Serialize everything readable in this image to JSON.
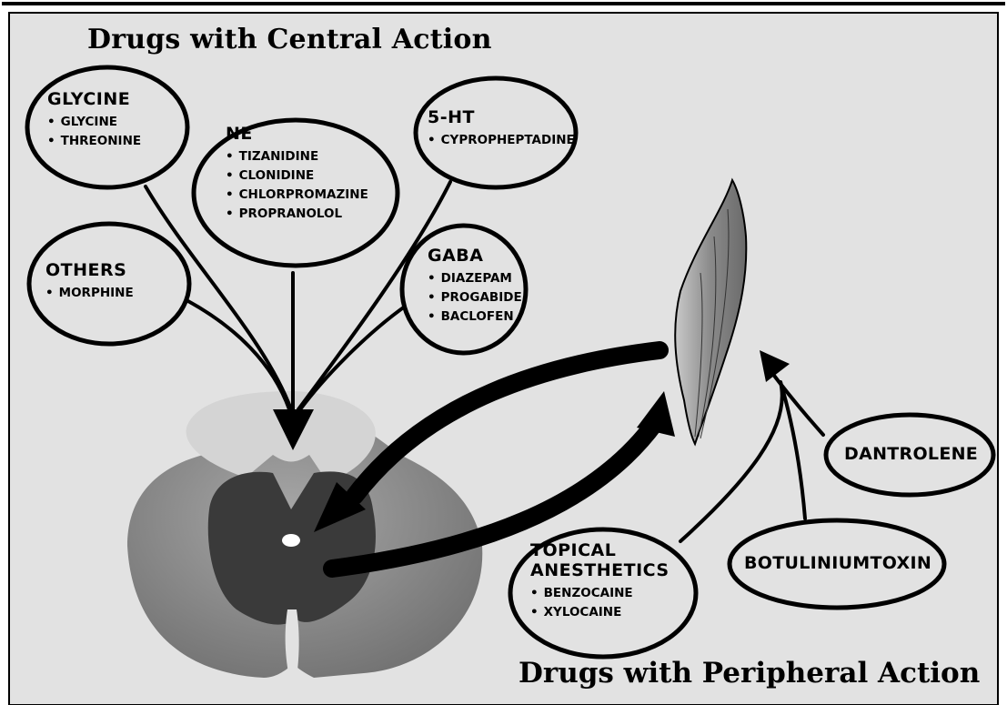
{
  "titles": {
    "central": "Drugs with Central Action",
    "peripheral": "Drugs with Peripheral Action"
  },
  "groups": {
    "glycine": {
      "head": "GLYCINE",
      "items": [
        "GLYCINE",
        "THREONINE"
      ]
    },
    "ne": {
      "head": "NE",
      "items": [
        "TIZANIDINE",
        "CLONIDINE",
        "CHLORPROMAZINE",
        "PROPRANOLOL"
      ]
    },
    "ht": {
      "head": "5-HT",
      "items": [
        "CYPROPHEPTADINE"
      ]
    },
    "others": {
      "head": "OTHERS",
      "items": [
        "MORPHINE"
      ]
    },
    "gaba": {
      "head": "GABA",
      "items": [
        "DIAZEPAM",
        "PROGABIDE",
        "BACLOFEN"
      ]
    },
    "topical": {
      "head1": "TOPICAL",
      "head2": "ANESTHETICS",
      "items": [
        "BENZOCAINE",
        "XYLOCAINE"
      ]
    }
  },
  "peripheral_drugs": {
    "dantrolene": "DANTROLENE",
    "botulinum": "BOTULINIUMTOXIN"
  },
  "colors": {
    "background": "#e2e2e2",
    "ink": "#000000",
    "cord_outer": "#8c8c8c",
    "cord_gray_matter": "#3a3a3a",
    "cord_dorsal": "#d2d2d2"
  }
}
